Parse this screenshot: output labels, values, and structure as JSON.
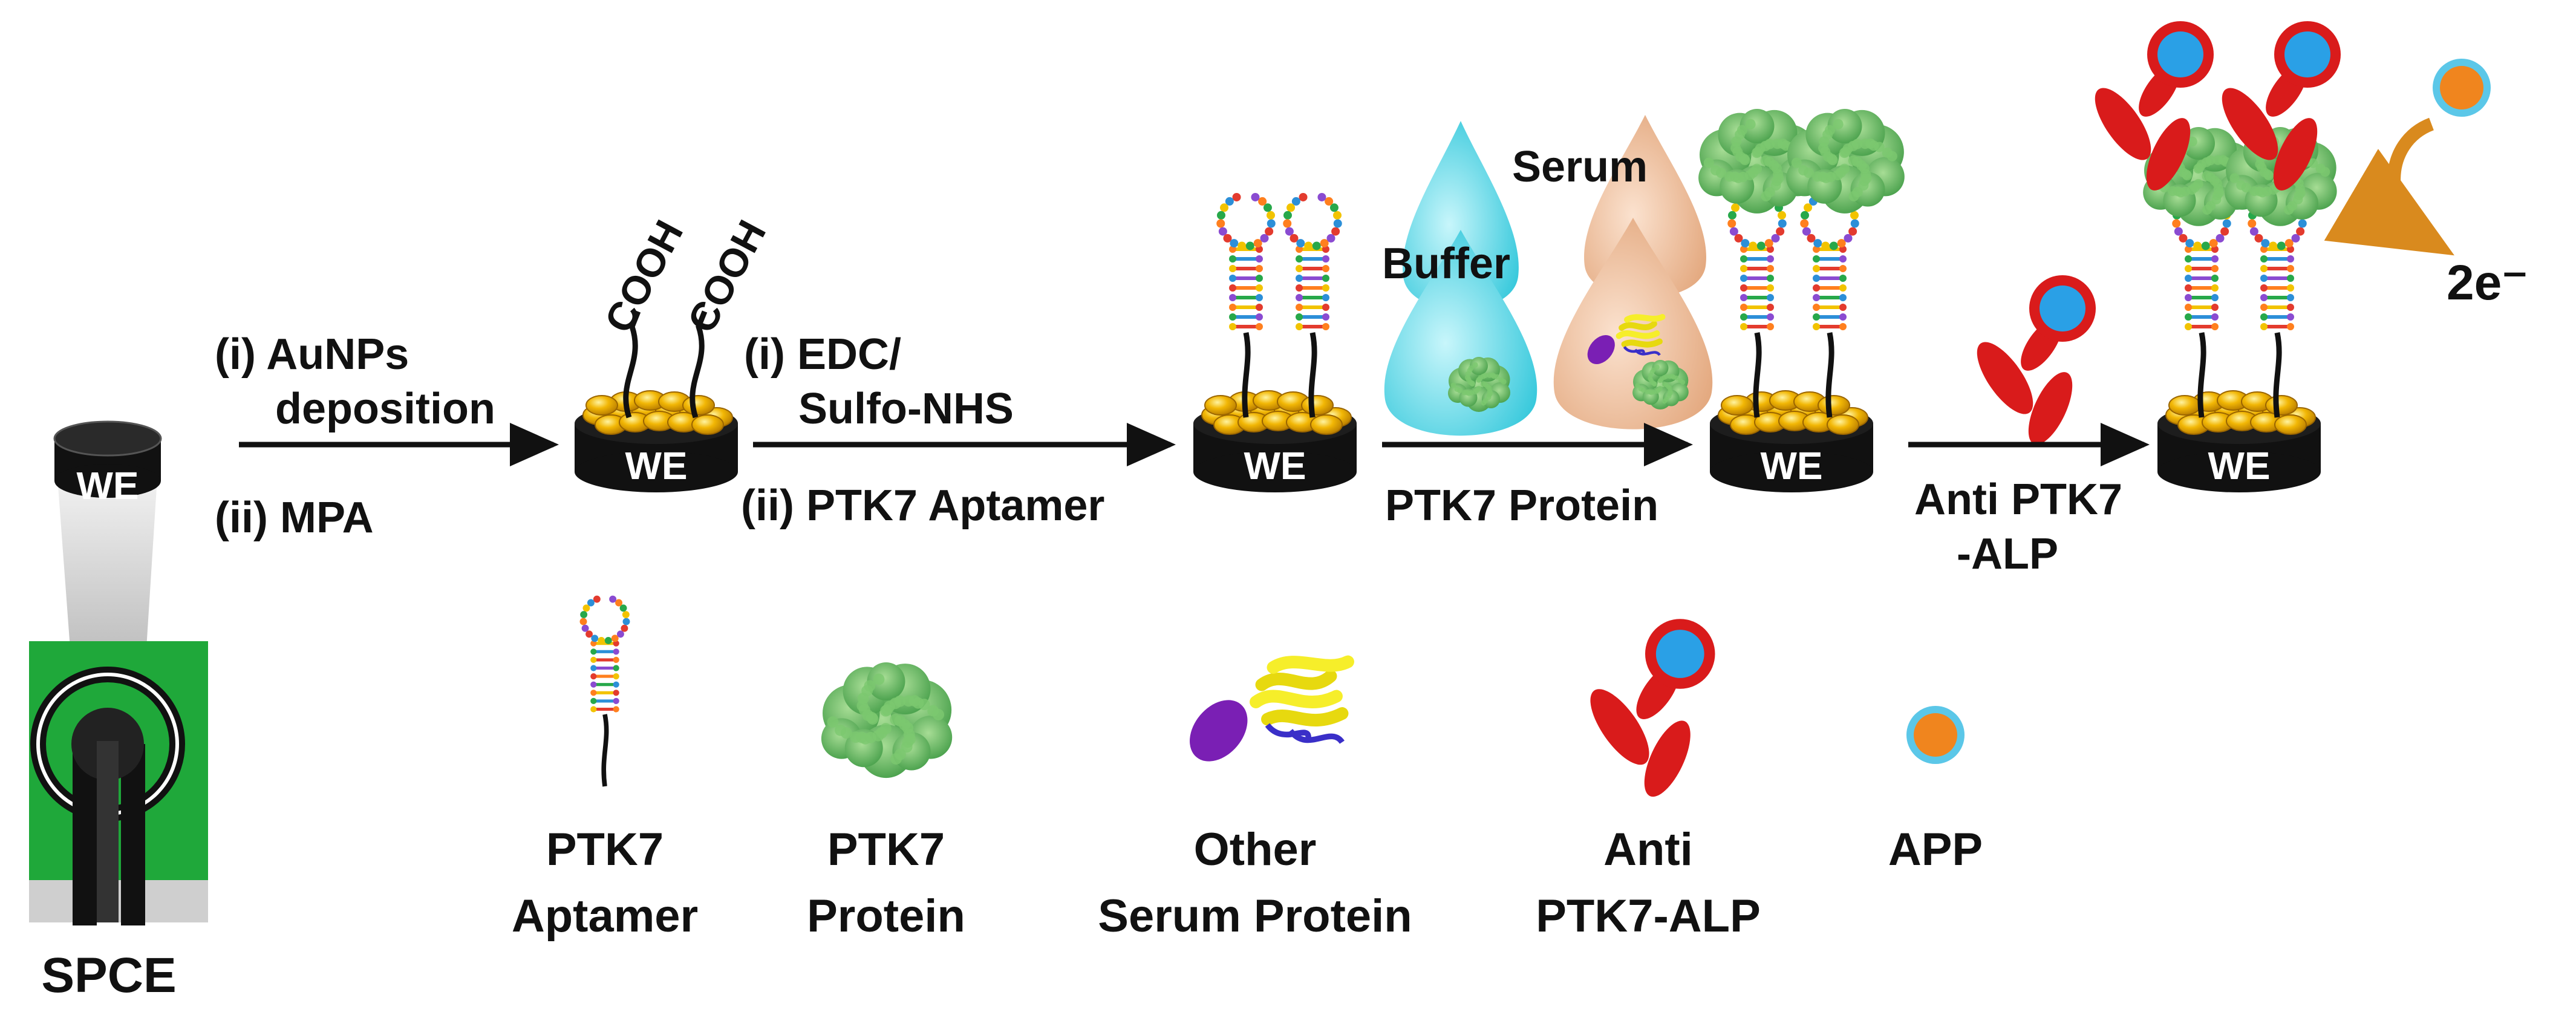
{
  "steps": {
    "s1_line1": "(i) AuNPs",
    "s1_line2": "deposition",
    "s1_line3": "(ii) MPA",
    "s2_line1": "(i) EDC/",
    "s2_line2": "Sulfo-NHS",
    "s2_line3": "(ii) PTK7 Aptamer",
    "s3": "PTK7 Protein",
    "s4_line1": "Anti PTK7",
    "s4_line2": "-ALP"
  },
  "electrode": {
    "label": "WE",
    "device": "SPCE"
  },
  "cooh": "COOH",
  "droplets": {
    "buffer": "Buffer",
    "serum": "Serum"
  },
  "output": "2e⁻",
  "legend": [
    {
      "line1": "PTK7",
      "line2": "Aptamer"
    },
    {
      "line1": "PTK7",
      "line2": "Protein"
    },
    {
      "line1": "Other",
      "line2": "Serum Protein"
    },
    {
      "line1": "Anti",
      "line2": "PTK7-ALP"
    },
    {
      "line1": "APP",
      "line2": ""
    }
  ],
  "colors": {
    "gold": "#f2b705",
    "electrode": "#111111",
    "pcb": "#1fa83a",
    "buffer": "#3fd0e0",
    "serum": "#e6ae86",
    "protein": "#59b35a",
    "antibody": "#d91b1b",
    "alp_core": "#2aa0e6",
    "app_core": "#f0851e",
    "other_protein": "#7a1fb4",
    "other_protein2": "#f2ea12"
  }
}
